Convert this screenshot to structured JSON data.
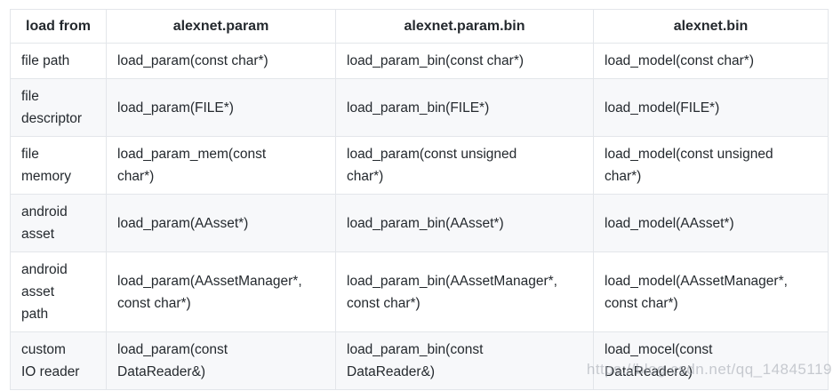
{
  "colors": {
    "background": "#ffffff",
    "stripe_row": "#f7f8fa",
    "border": "#e3e6ea",
    "text": "#24292e",
    "watermark": "#a5aab2"
  },
  "table": {
    "headers": [
      "load from",
      "alexnet.param",
      "alexnet.param.bin",
      "alexnet.bin"
    ],
    "rows": [
      [
        "file path",
        "load_param(const char*)",
        "load_param_bin(const char*)",
        "load_model(const char*)"
      ],
      [
        "file\ndescriptor",
        "load_param(FILE*)",
        "load_param_bin(FILE*)",
        "load_model(FILE*)"
      ],
      [
        "file\nmemory",
        "load_param_mem(const\nchar*)",
        "load_param(const unsigned\nchar*)",
        "load_model(const unsigned\nchar*)"
      ],
      [
        "android\nasset",
        "load_param(AAsset*)",
        "load_param_bin(AAsset*)",
        "load_model(AAsset*)"
      ],
      [
        "android\nasset\npath",
        "load_param(AAssetManager*,\nconst char*)",
        "load_param_bin(AAssetManager*,\nconst char*)",
        "load_model(AAssetManager*,\nconst char*)"
      ],
      [
        "custom\nIO reader",
        "load_param(const\nDataReader&)",
        "load_param_bin(const\nDataReader&)",
        "load_mocel(const\nDataReader&)"
      ]
    ]
  },
  "watermark": {
    "text": "https://blog.csdn.net/qq_14845119"
  }
}
